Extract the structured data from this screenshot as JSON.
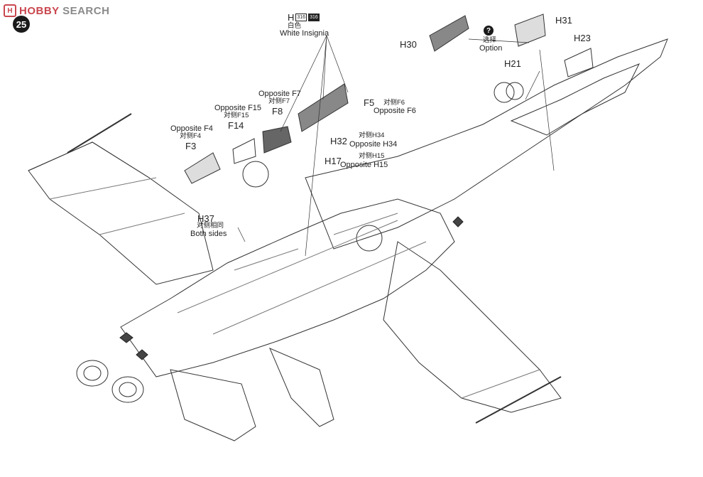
{
  "brand": {
    "mark": "H",
    "name_a": "HOBBY",
    "name_b": "SEARCH",
    "color": "#c9474f"
  },
  "step_number": "25",
  "sprue": {
    "letter": "H",
    "code_a": "316",
    "code_b": "316",
    "cn": "白色",
    "en": "White Insignia"
  },
  "option": {
    "icon": "question-icon",
    "glyph": "?",
    "cn": "选择",
    "en": "Option"
  },
  "labels": {
    "H31": "H31",
    "H30": "H30",
    "H23": "H23",
    "H21": "H21",
    "F5": "F5",
    "F5_cn": "对侧F6",
    "F5_en": "Opposite F6",
    "F8": "F8",
    "F8_cn": "对侧F7",
    "F8_en": "Opposite F7",
    "F14": "F14",
    "F14_cn": "对侧F15",
    "F14_en": "Opposite F15",
    "F3": "F3",
    "F3_cn": "对侧F4",
    "F3_en": "Opposite F4",
    "H32": "H32",
    "H32_cn": "对侧H34",
    "H32_en": "Opposite H34",
    "H17": "H17",
    "H17_cn": "对侧H15",
    "H17_en": "Opposite H15",
    "H37": "H37",
    "H37_cn": "对侧相同",
    "H37_en": "Both sides"
  }
}
